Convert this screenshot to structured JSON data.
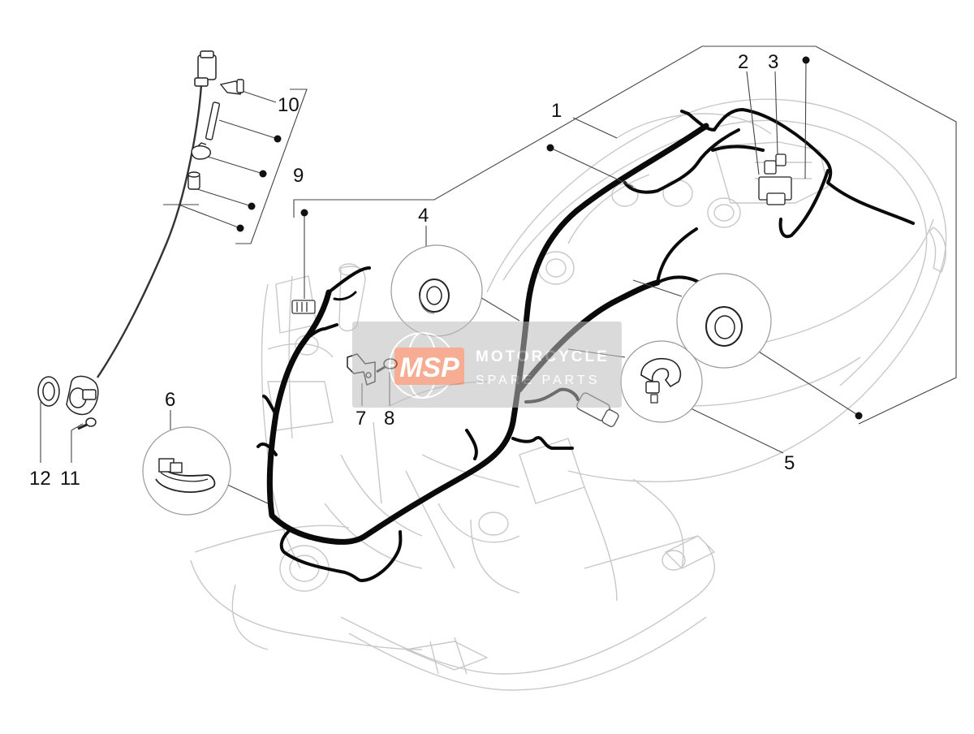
{
  "diagram": {
    "callouts": [
      {
        "id": "1",
        "text": "1"
      },
      {
        "id": "2",
        "text": "2"
      },
      {
        "id": "3",
        "text": "3"
      },
      {
        "id": "4",
        "text": "4"
      },
      {
        "id": "5",
        "text": "5"
      },
      {
        "id": "6",
        "text": "6"
      },
      {
        "id": "7",
        "text": "7"
      },
      {
        "id": "8",
        "text": "8"
      },
      {
        "id": "9",
        "text": "9"
      },
      {
        "id": "10",
        "text": "10"
      },
      {
        "id": "11",
        "text": "11"
      },
      {
        "id": "12",
        "text": "12"
      }
    ],
    "colors": {
      "harness": "#0a0a0a",
      "body_outline": "#c4c4c4",
      "leader": "#444444",
      "watermark_accent": "#f26a3d",
      "watermark_gray": "#8a8a8a"
    }
  },
  "watermark": {
    "logo_text": "MSP",
    "title": "MOTORCYCLE",
    "subtitle": "SPARE PARTS"
  }
}
